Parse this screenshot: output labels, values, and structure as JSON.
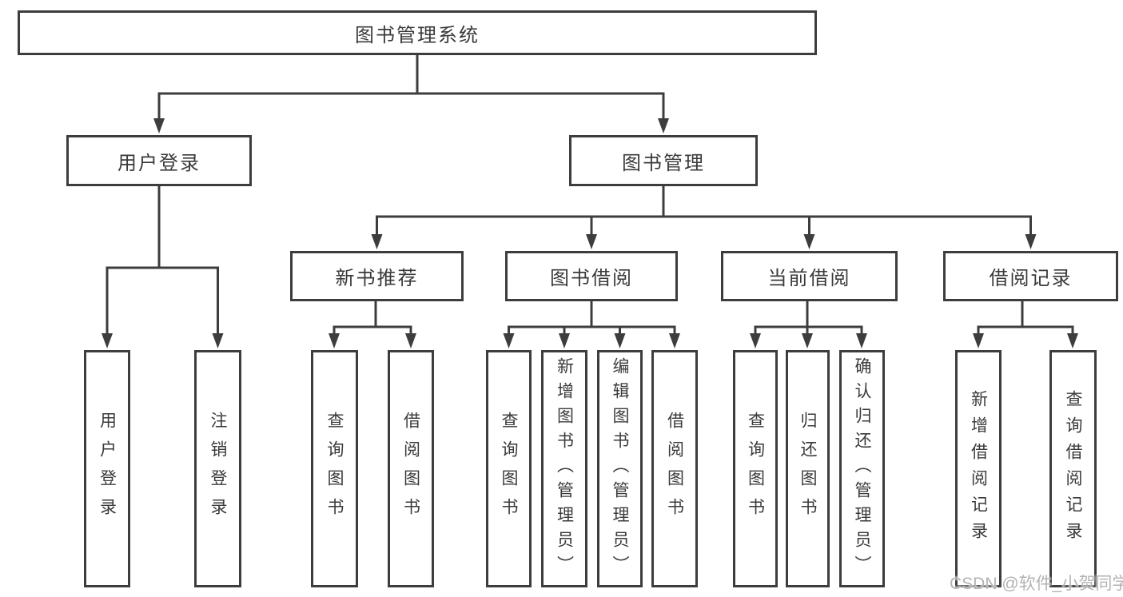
{
  "diagram": {
    "root": {
      "label": "图书管理系统"
    },
    "level2": [
      {
        "label": "用户登录"
      },
      {
        "label": "图书管理"
      }
    ],
    "level3": [
      {
        "label": "新书推荐"
      },
      {
        "label": "图书借阅"
      },
      {
        "label": "当前借阅"
      },
      {
        "label": "借阅记录"
      }
    ],
    "level4": [
      {
        "label": "用户登录"
      },
      {
        "label": "注销登录"
      },
      {
        "label": "查询图书"
      },
      {
        "label": "借阅图书"
      },
      {
        "label": "查询图书"
      },
      {
        "label": "新增图书（管理员）"
      },
      {
        "label": "编辑图书（管理员）"
      },
      {
        "label": "借阅图书"
      },
      {
        "label": "查询图书"
      },
      {
        "label": "归还图书"
      },
      {
        "label": "确认归还（管理员）"
      },
      {
        "label": "新增借阅记录"
      },
      {
        "label": "查询借阅记录"
      }
    ],
    "hierarchy": {
      "label": "图书管理系统",
      "children": [
        {
          "label": "用户登录",
          "children": [
            {
              "label": "用户登录"
            },
            {
              "label": "注销登录"
            }
          ]
        },
        {
          "label": "图书管理",
          "children": [
            {
              "label": "新书推荐",
              "children": [
                {
                  "label": "查询图书"
                },
                {
                  "label": "借阅图书"
                }
              ]
            },
            {
              "label": "图书借阅",
              "children": [
                {
                  "label": "查询图书"
                },
                {
                  "label": "新增图书（管理员）"
                },
                {
                  "label": "编辑图书（管理员）"
                },
                {
                  "label": "借阅图书"
                }
              ]
            },
            {
              "label": "当前借阅",
              "children": [
                {
                  "label": "查询图书"
                },
                {
                  "label": "归还图书"
                },
                {
                  "label": "确认归还（管理员）"
                }
              ]
            },
            {
              "label": "借阅记录",
              "children": [
                {
                  "label": "新增借阅记录"
                },
                {
                  "label": "查询借阅记录"
                }
              ]
            }
          ]
        }
      ]
    },
    "colors": {
      "line": "#3d3d3d",
      "text": "#3a3a3a",
      "background": "#ffffff",
      "watermark": "#b3b3b3"
    }
  },
  "watermark": {
    "text": "CSDN @软件_小贺同学"
  }
}
